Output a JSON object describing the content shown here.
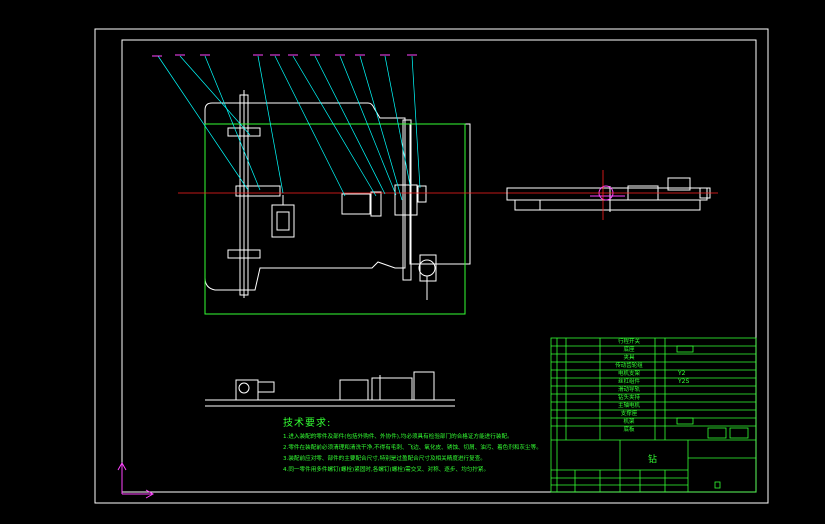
{
  "drawing": {
    "tech_requirements": {
      "title": "技术要求:",
      "lines": [
        "1.进入装配的零件及部件(包括外购件、外协件),均必须具有检验部门的合格证方能进行装配。",
        "2.零件在装配前必须清理和清洗干净,不得有毛刺、飞边、氧化皮、锈蚀、切屑、油污、着色剂和灰尘等。",
        "3.装配前应对零、部件的主要配合尺寸,特别是过盈配合尺寸及相关精度进行复查。",
        "4.同一零件用多件螺钉(螺栓)紧固时,各螺钉(螺栓)需交叉、对称、逐步、均匀拧紧。"
      ]
    },
    "title_block": {
      "drawing_name": "钻",
      "part_names": [
        "行程开关",
        "底座",
        "夹具",
        "传动齿轮组",
        "电机支架",
        "丝杠组件",
        "滑动导轨",
        "钻头夹持",
        "主轴电机",
        "支撑座",
        "机架",
        "底板"
      ],
      "model_codes": [
        "Y2",
        "Y2S"
      ]
    },
    "colors": {
      "background": "#000000",
      "frame": "#ffffff",
      "leader": "#00ffff",
      "balloon": "#ff44ff",
      "table": "#33ff33",
      "centerline": "#ff2020",
      "geometry": "#ffffff"
    }
  }
}
